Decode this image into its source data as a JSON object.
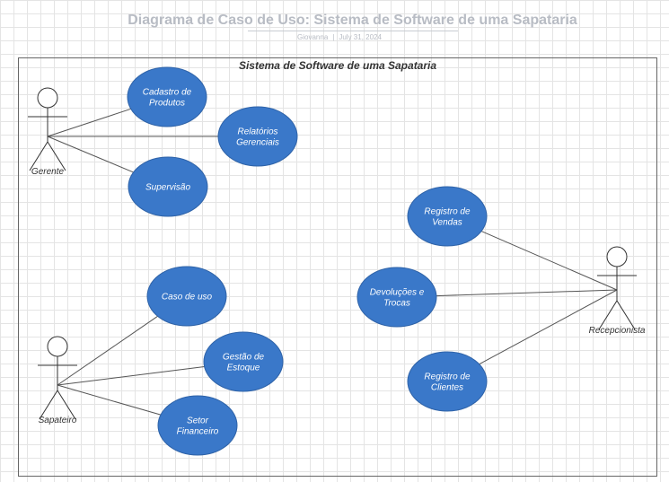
{
  "header": {
    "title": "Diagrama de Caso de Uso: Sistema de Software de uma Sapataria",
    "author": "Giovanna",
    "date": "July 31, 2024"
  },
  "system": {
    "title": "Sistema de Software de uma Sapataria"
  },
  "actors": [
    {
      "id": "gerente",
      "label": "Gerente"
    },
    {
      "id": "sapateiro",
      "label": "Sapateiro"
    },
    {
      "id": "recepcionista",
      "label": "Recepcionista"
    }
  ],
  "use_cases": [
    {
      "id": "cadastro-produtos",
      "lines": [
        "Cadastro de",
        "Produtos"
      ],
      "actor": "gerente"
    },
    {
      "id": "relatorios-gerenciais",
      "lines": [
        "Relatórios",
        "Gerenciais"
      ],
      "actor": "gerente"
    },
    {
      "id": "supervisao",
      "lines": [
        "Supervisão"
      ],
      "actor": "gerente"
    },
    {
      "id": "caso-de-uso",
      "lines": [
        "Caso de uso"
      ],
      "actor": "sapateiro"
    },
    {
      "id": "gestao-estoque",
      "lines": [
        "Gestão de",
        "Estoque"
      ],
      "actor": "sapateiro"
    },
    {
      "id": "setor-financeiro",
      "lines": [
        "Setor",
        "Financeiro"
      ],
      "actor": "sapateiro"
    },
    {
      "id": "registro-vendas",
      "lines": [
        "Registro de",
        "Vendas"
      ],
      "actor": "recepcionista"
    },
    {
      "id": "devolucoes-trocas",
      "lines": [
        "Devoluções e",
        "Trocas"
      ],
      "actor": "recepcionista"
    },
    {
      "id": "registro-clientes",
      "lines": [
        "Registro de",
        "Clientes"
      ],
      "actor": "recepcionista"
    }
  ],
  "colors": {
    "use_case_fill": "#3a78c9",
    "use_case_stroke": "#2f63a8",
    "line": "#555555",
    "actor": "#333333"
  }
}
